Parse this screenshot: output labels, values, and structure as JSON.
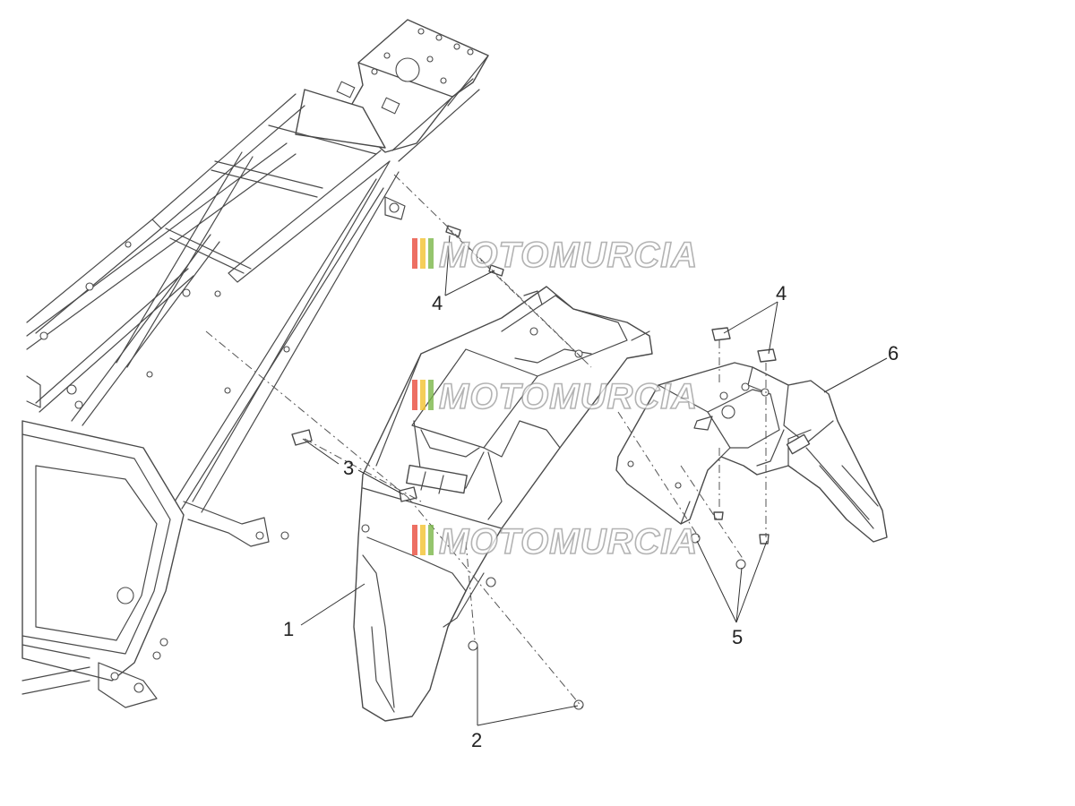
{
  "watermark": {
    "text": "MOTOMURCIA",
    "stripe_colors": [
      "#e94b3c",
      "#f2c230",
      "#7ab648"
    ]
  },
  "callouts": [
    {
      "id": "1",
      "label": "1"
    },
    {
      "id": "2",
      "label": "2"
    },
    {
      "id": "3",
      "label": "3"
    },
    {
      "id": "4a",
      "label": "4"
    },
    {
      "id": "4b",
      "label": "4"
    },
    {
      "id": "5",
      "label": "5"
    },
    {
      "id": "6",
      "label": "6"
    }
  ]
}
